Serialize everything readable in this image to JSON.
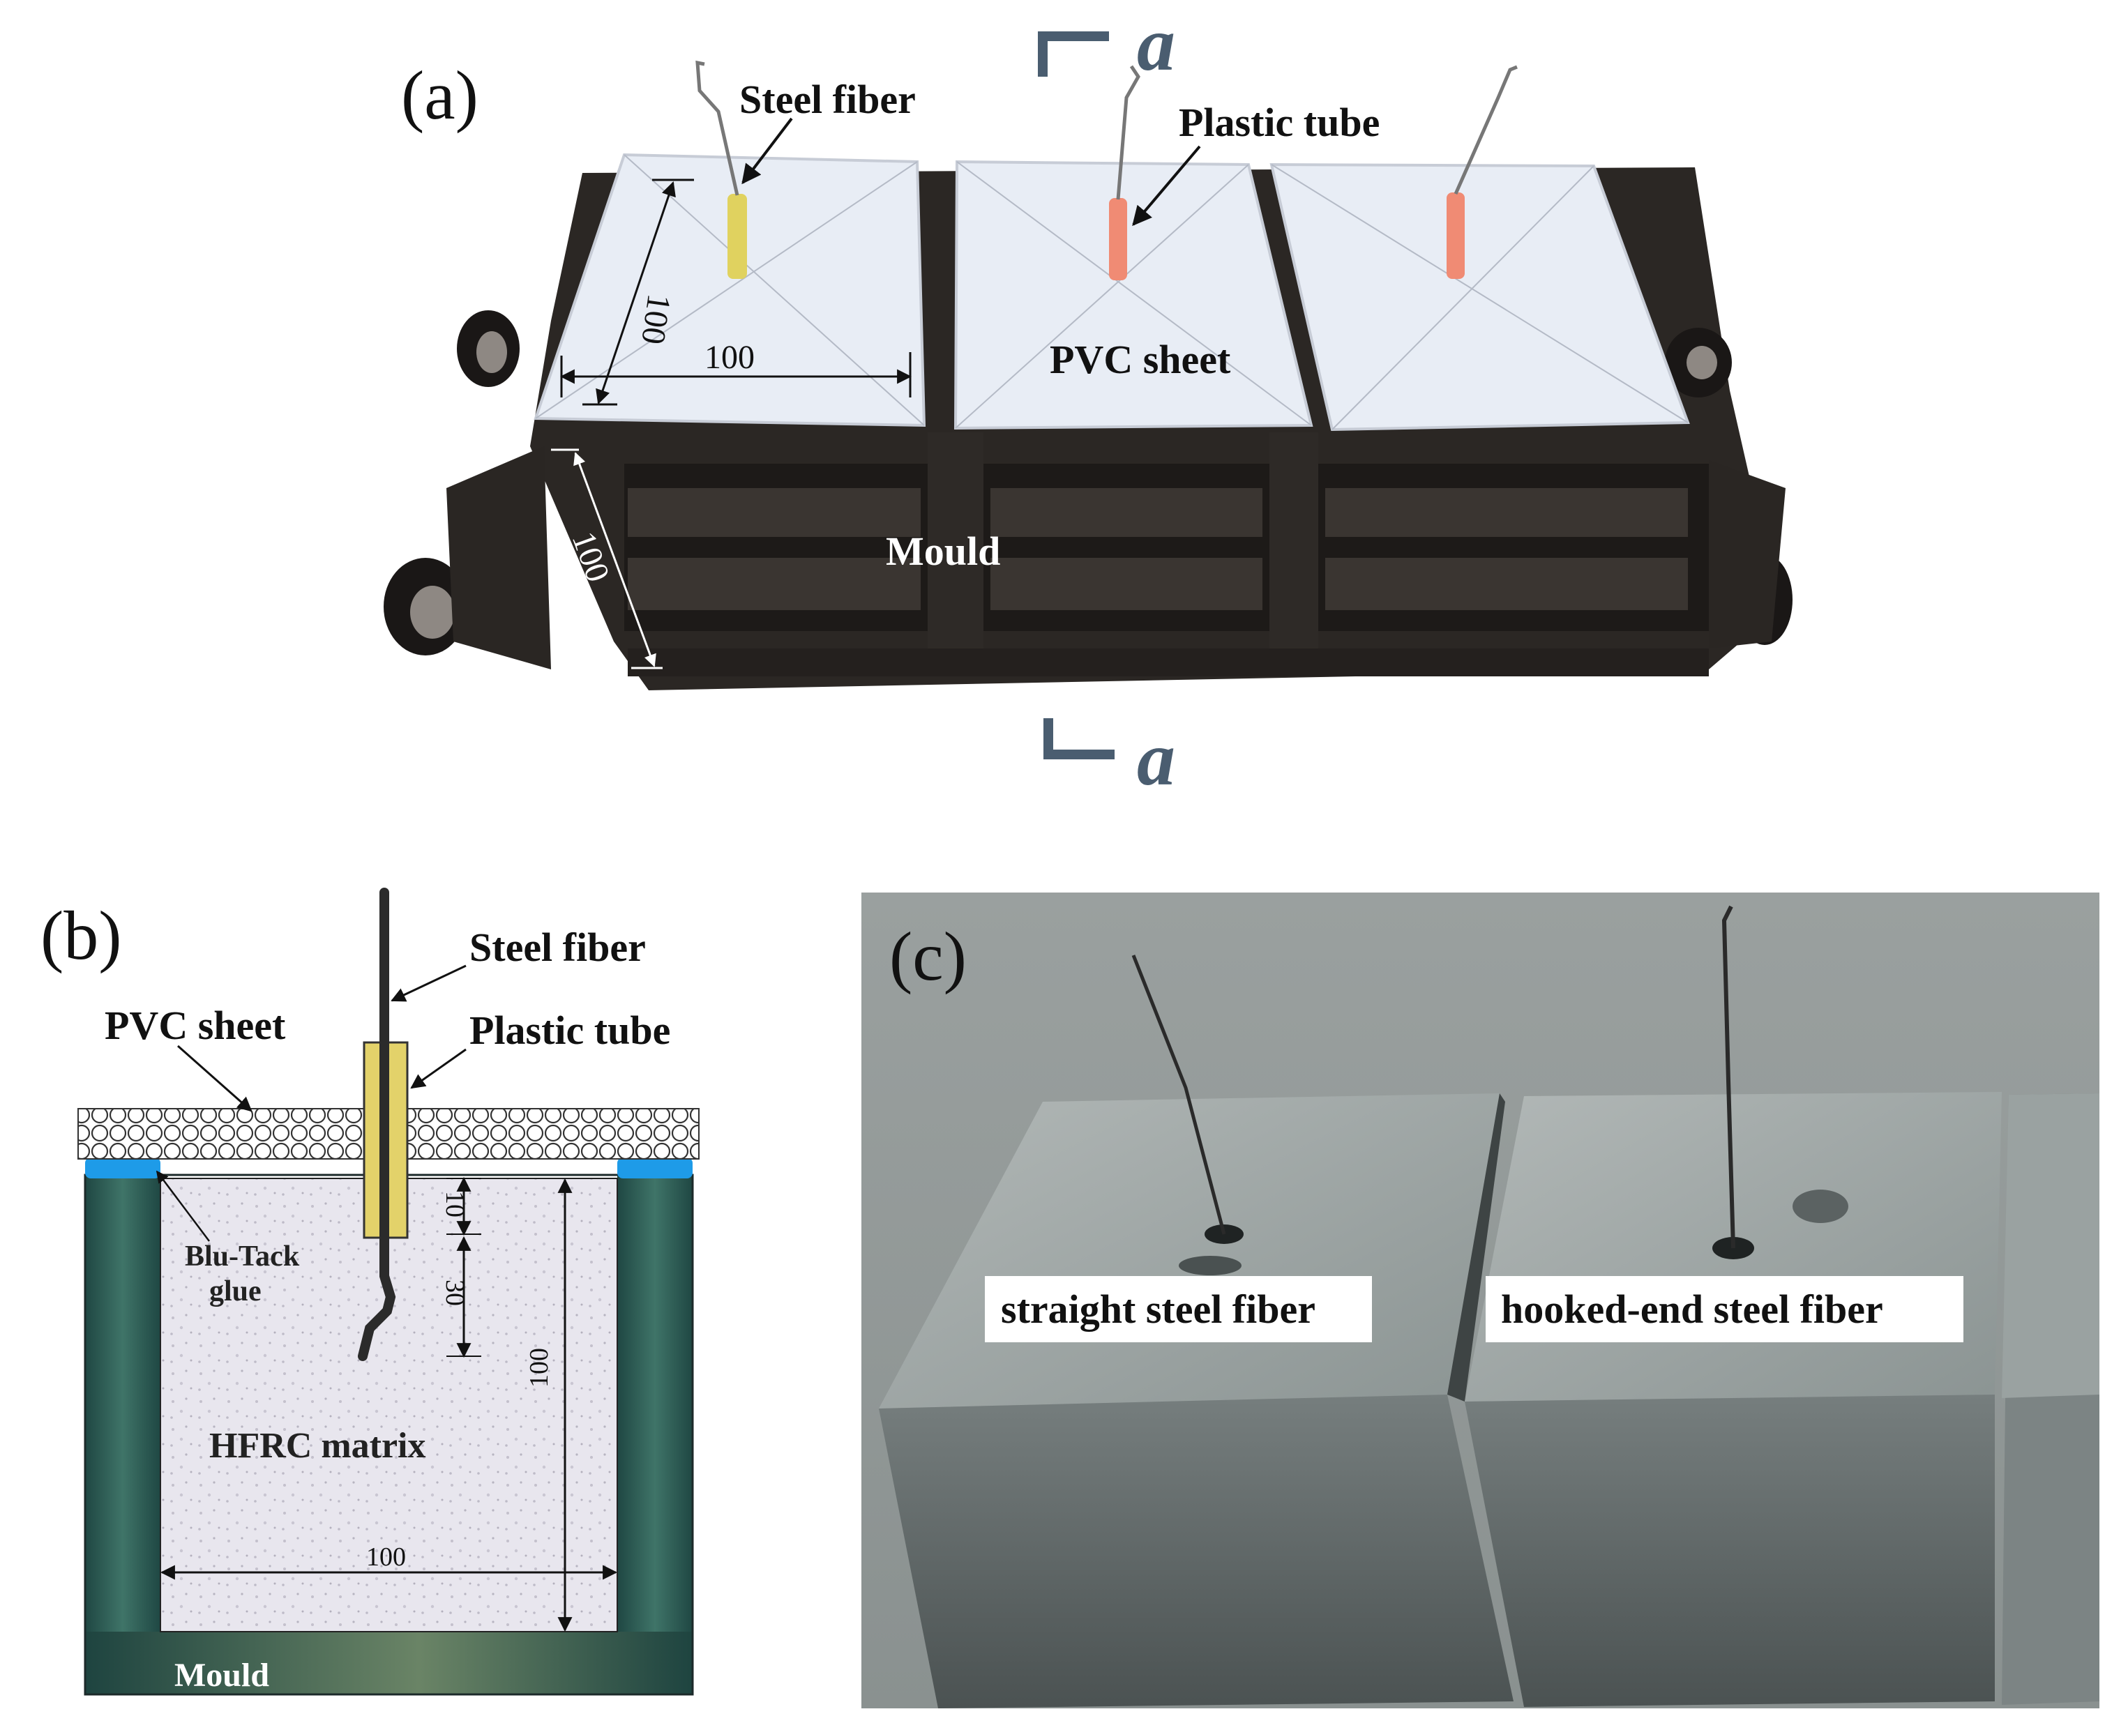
{
  "panel_a": {
    "tag": "(a)",
    "steel_fiber": "Steel fiber",
    "plastic_tube": "Plastic tube",
    "pvc_sheet": "PVC sheet",
    "mould": "Mould",
    "dim_top_width": "100",
    "dim_top_depth": "100",
    "dim_height": "100",
    "section_top": "a",
    "section_bottom": "a"
  },
  "panel_b": {
    "tag": "(b)",
    "steel_fiber": "Steel fiber",
    "pvc_sheet": "PVC sheet",
    "plastic_tube": "Plastic tube",
    "blu_tack_1": "Blu-Tack",
    "blu_tack_2": "glue",
    "dim_tube": "10",
    "dim_embed": "30",
    "dim_height": "100",
    "dim_width": "100",
    "matrix": "HFRC matrix",
    "mould": "Mould"
  },
  "panel_c": {
    "tag": "(c)",
    "label_straight": "straight steel fiber",
    "label_hooked": "hooked-end steel fiber"
  },
  "colors": {
    "mould_dark": "#2a2623",
    "pvc": "#e7ecf4",
    "tube_yellow": "#e3d26a",
    "tube_pink": "#f08a72",
    "blu_tack": "#1e9be8",
    "mould_green": "#2f5e55",
    "concrete": "#8f9799",
    "section_mark": "#4a5d70"
  }
}
